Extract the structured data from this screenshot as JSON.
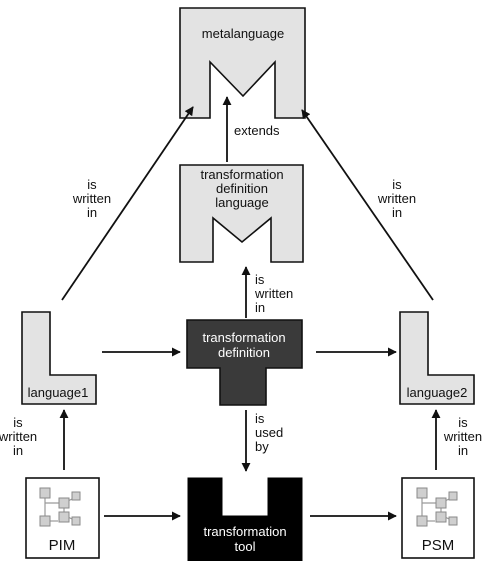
{
  "nodes": {
    "metalanguage": "metalanguage",
    "tdl": [
      "transformation",
      "definition",
      "language"
    ],
    "language1": "language1",
    "language2": "language2",
    "transformation_definition": [
      "transformation",
      "definition"
    ],
    "transformation_tool": [
      "transformation",
      "tool"
    ],
    "pim": "PIM",
    "psm": "PSM"
  },
  "edges": {
    "extends": "extends",
    "is_written_in": [
      "is",
      "written",
      "in"
    ],
    "is_used_by": [
      "is",
      "used",
      "by"
    ]
  },
  "colors": {
    "light_fill": "#e3e3e3",
    "dark_fill": "#3a3a3a",
    "black_fill": "#000000",
    "stroke": "#111111"
  }
}
